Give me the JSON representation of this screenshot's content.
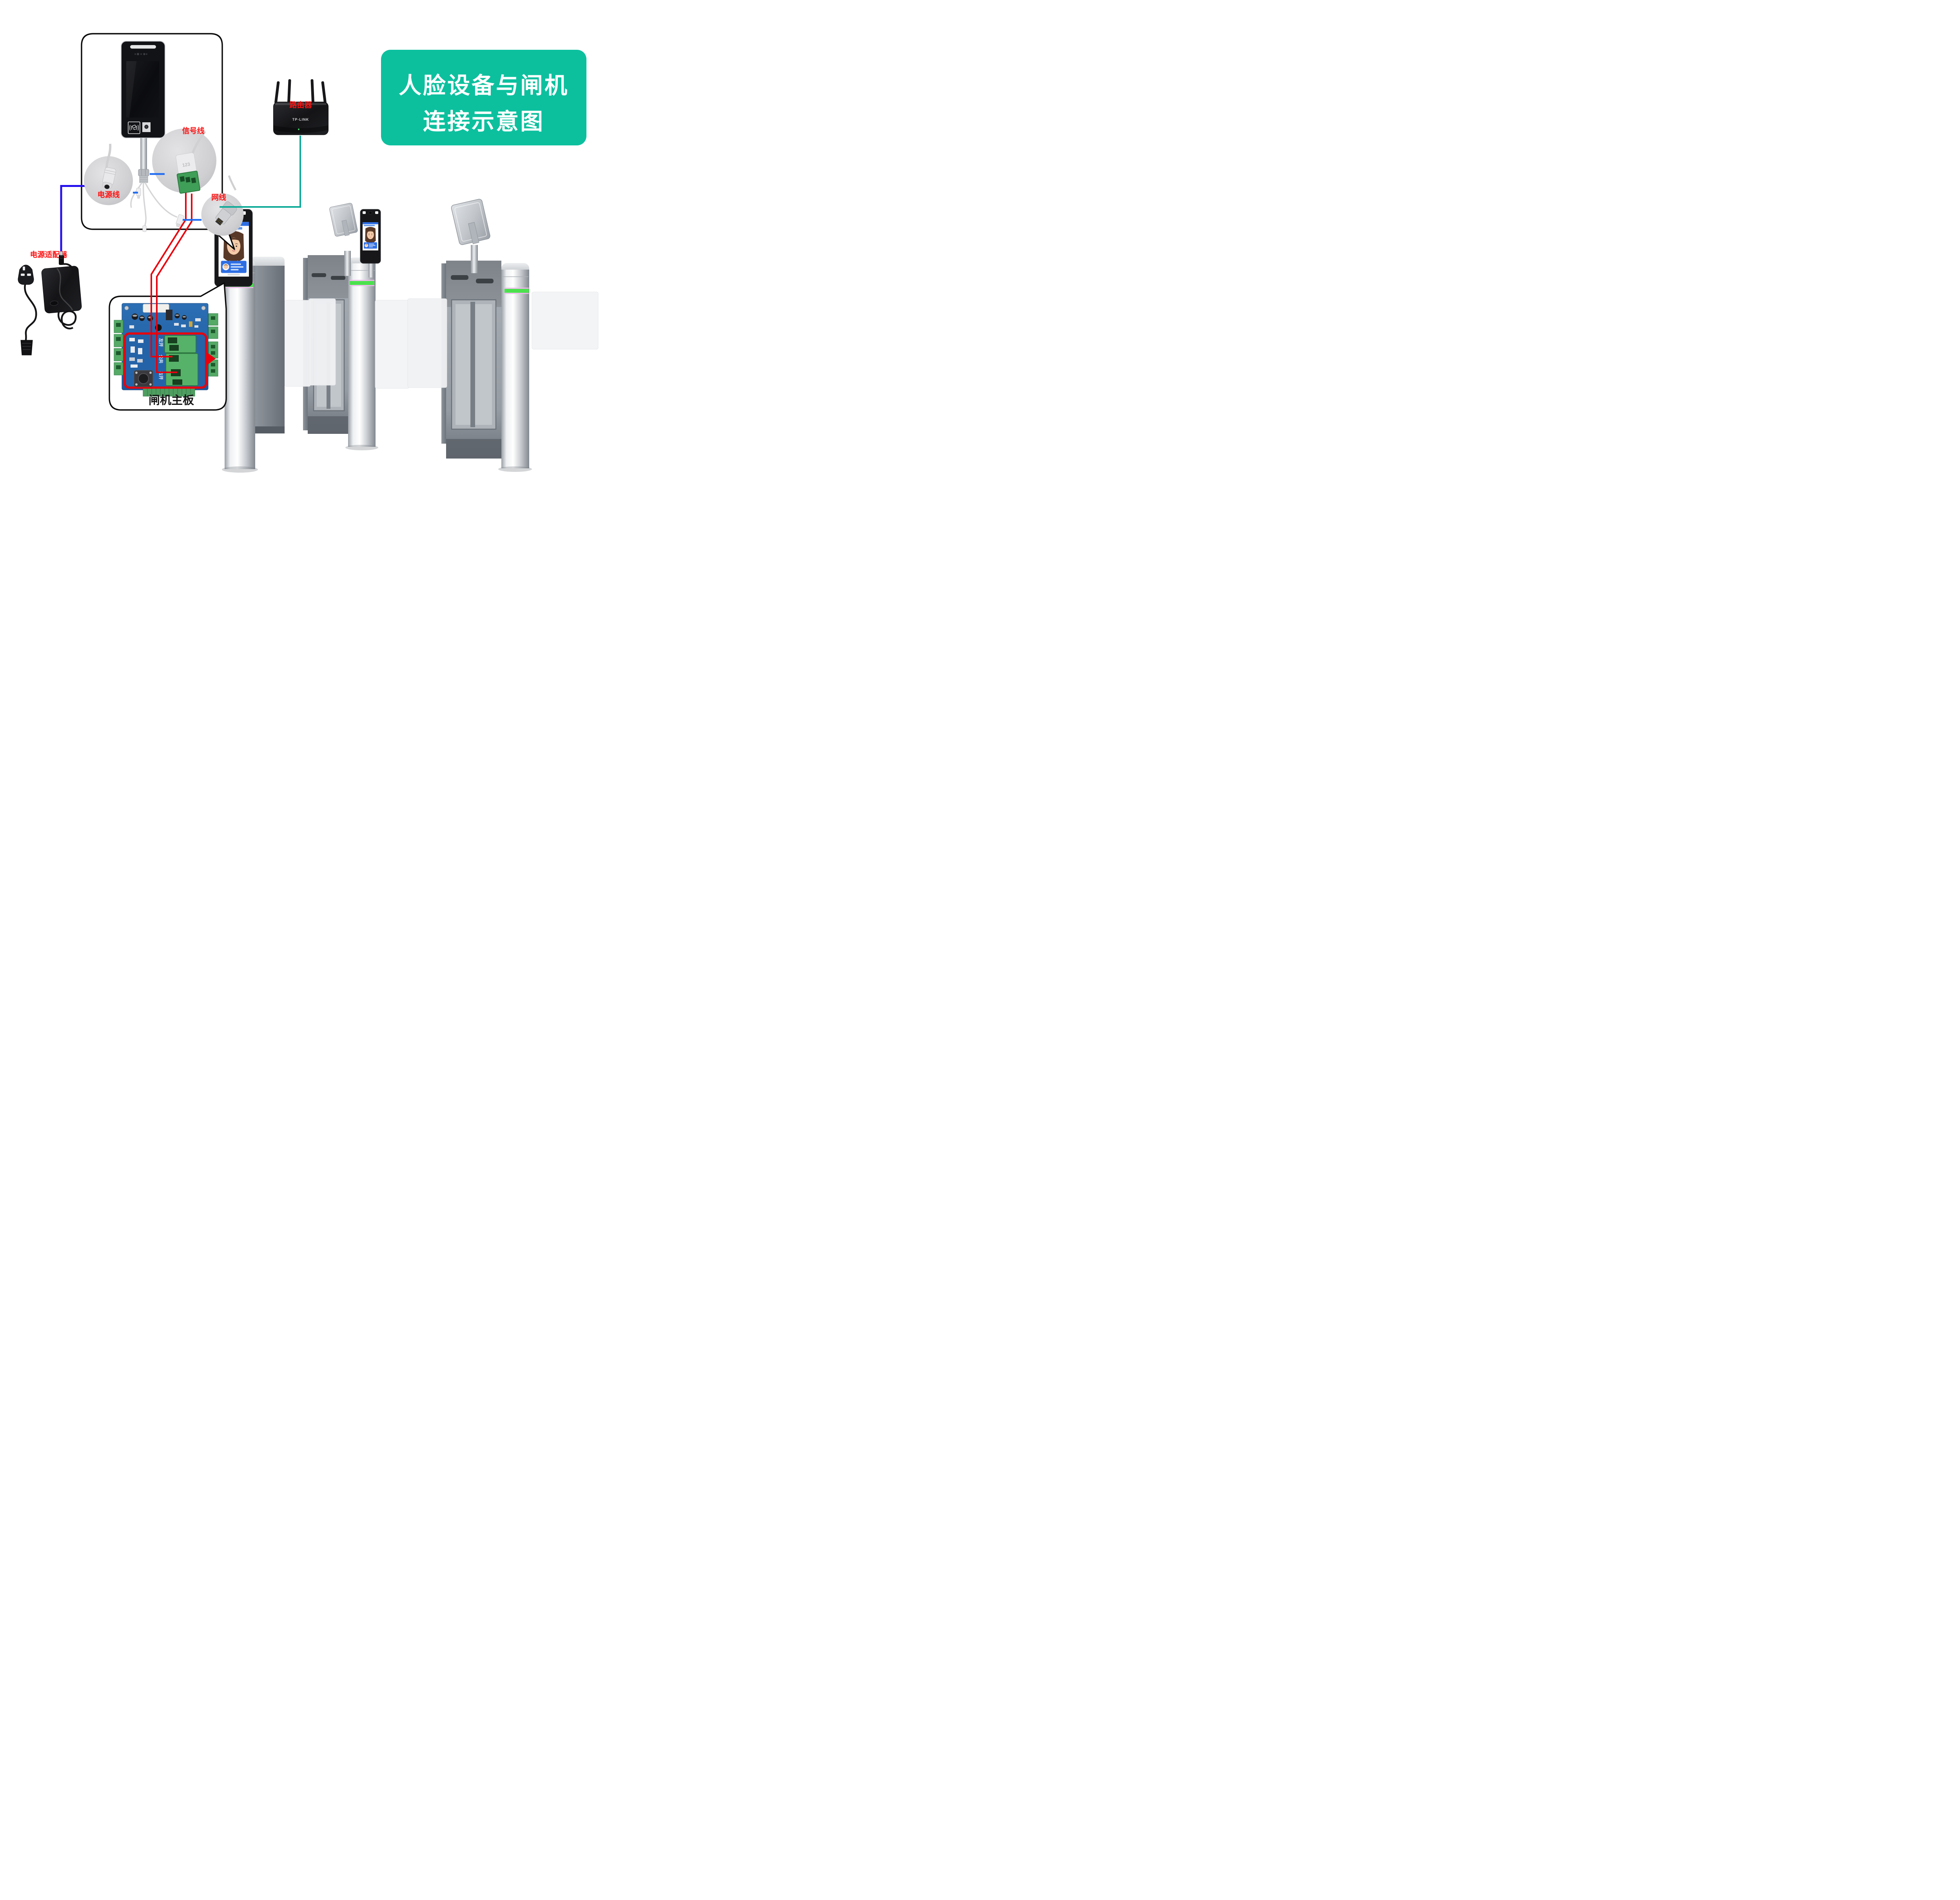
{
  "title": {
    "line1": "人脸设备与闸机",
    "line2": "连接示意图"
  },
  "callouts": {
    "power_cable": "电源线",
    "signal_cable": "信号线",
    "network_cable": "网线"
  },
  "labels": {
    "router": "路由器",
    "power_adapter": "电源适配器",
    "gate_mainboard": "闸机主板"
  },
  "router": {
    "brand": "TP-LINK"
  },
  "signal_connector": {
    "marking": "123"
  },
  "mainboard": {
    "terminal_labels": [
      "左开",
      "公共",
      "右开"
    ]
  },
  "colors": {
    "title_bg": "#0cc09e",
    "label_red": "#fe1212",
    "wire_red": "#e8000d",
    "power_line_blue": "#2410ee",
    "pointer_blue": "#1f6bf2",
    "network_line_teal": "#0caa96",
    "led_green": "#4ce14e",
    "pcb_blue": "#2563a8",
    "terminal_green": "#57b269"
  }
}
